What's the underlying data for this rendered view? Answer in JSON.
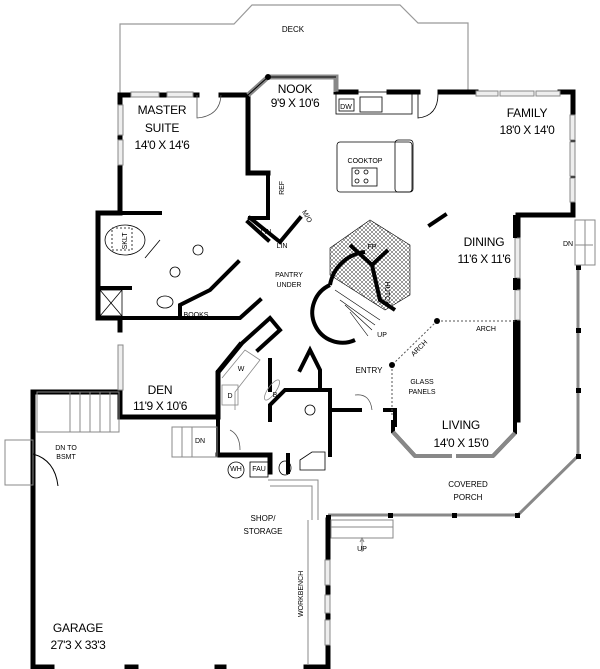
{
  "plan": {
    "rooms": {
      "deck": {
        "name": "DECK"
      },
      "nook": {
        "name": "NOOK",
        "size": "9'9 X 10'6"
      },
      "master_suite": {
        "name_line1": "MASTER",
        "name_line2": "SUITE",
        "size": "14'0 X 14'6"
      },
      "family": {
        "name": "FAMILY",
        "size": "18'0 X 14'0"
      },
      "dining": {
        "name": "DINING",
        "size": "11'6 X 11'6"
      },
      "living": {
        "name": "LIVING",
        "size": "14'0 X 15'0"
      },
      "den": {
        "name": "DEN",
        "size": "11'9 X 10'6"
      },
      "garage": {
        "name": "GARAGE",
        "size": "27'3 X 33'3"
      },
      "shop": {
        "name_line1": "SHOP/",
        "name_line2": "STORAGE"
      },
      "covered_porch": {
        "name_line1": "COVERED",
        "name_line2": "PORCH"
      },
      "entry": {
        "name": "ENTRY"
      }
    },
    "annotations": {
      "cooktop": "COOKTOP",
      "dw": "DW",
      "ref": "REF",
      "mo": "M/O",
      "lin1": "LIN",
      "lin2": "LIN",
      "pantry_line1": "PANTRY",
      "pantry_line2": "UNDER",
      "fp": "FP",
      "hutch": "HUTCH",
      "up_stair": "UP",
      "arch1": "ARCH",
      "arch2": "ARCH",
      "glass_line1": "GLASS",
      "glass_line2": "PANELS",
      "dn_right": "DN",
      "skl": "SKLT",
      "books": "BOOKS",
      "w": "W",
      "d": "D",
      "b": "B",
      "dn_den": "DN",
      "dn_bsmt_line1": "DN TO",
      "dn_bsmt_line2": "BSMT",
      "wh": "WH",
      "fau": "FAU",
      "workbench": "WORKBENCH",
      "up_porch": "UP"
    }
  }
}
